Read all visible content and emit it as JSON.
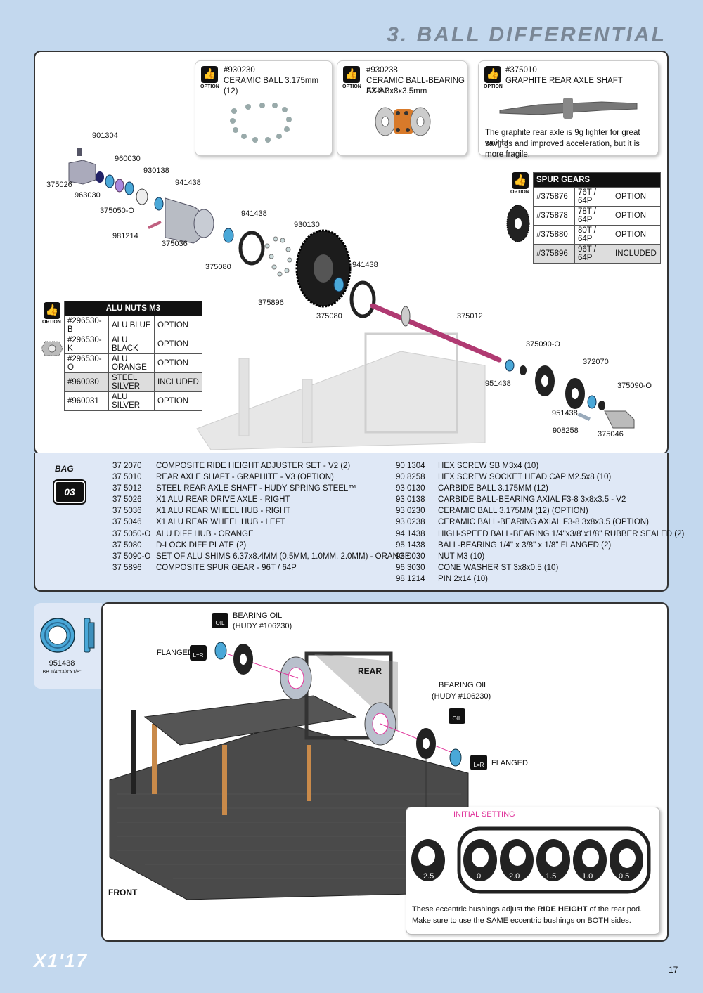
{
  "header": {
    "section_title": "3. BALL DIFFERENTIAL"
  },
  "options_top": [
    {
      "option_label": "OPTION",
      "part_no": "#930230",
      "name": "CERAMIC BALL 3.175mm  (12)"
    },
    {
      "option_label": "OPTION",
      "part_no": "#930238",
      "name": "CERAMIC BALL-BEARING AXIAL",
      "name2": "F3-8 3x8x3.5mm"
    },
    {
      "option_label": "OPTION",
      "part_no": "#375010",
      "name": "GRAPHITE REAR AXLE SHAFT",
      "note1": "The graphite rear axle is 9g lighter for great weight",
      "note2": "savings and improved acceleration, but it is more fragile."
    }
  ],
  "spur_gears": {
    "option_label": "OPTION",
    "title": "SPUR GEARS",
    "rows": [
      {
        "no": "#375876",
        "size": "76T / 64P",
        "status": "OPTION"
      },
      {
        "no": "#375878",
        "size": "78T / 64P",
        "status": "OPTION"
      },
      {
        "no": "#375880",
        "size": "80T / 64P",
        "status": "OPTION"
      },
      {
        "no": "#375896",
        "size": "96T / 64P",
        "status": "INCLUDED"
      }
    ]
  },
  "alu_nuts": {
    "option_label": "OPTION",
    "title": "ALU NUTS M3",
    "rows": [
      {
        "no": "#296530-B",
        "name": "ALU BLUE",
        "status": "OPTION"
      },
      {
        "no": "#296530-K",
        "name": "ALU BLACK",
        "status": "OPTION"
      },
      {
        "no": "#296530-O",
        "name": "ALU ORANGE",
        "status": "OPTION"
      },
      {
        "no": "#960030",
        "name": "STEEL SILVER",
        "status": "INCLUDED"
      },
      {
        "no": "#960031",
        "name": "ALU SILVER",
        "status": "OPTION"
      }
    ]
  },
  "callouts": [
    "901304",
    "960030",
    "930138",
    "375026",
    "963030",
    "941438",
    "375050-O",
    "941438",
    "930130",
    "981214",
    "375036",
    "375080",
    "941438",
    "375896",
    "375080",
    "375012",
    "375090-O",
    "372070",
    "951438",
    "375090-O",
    "951438",
    "908258",
    "375046"
  ],
  "bag": {
    "label": "BAG",
    "number": "03"
  },
  "parts_left": [
    {
      "code": "37 2070",
      "desc": "COMPOSITE RIDE HEIGHT ADJUSTER SET - V2 (2)"
    },
    {
      "code": "37 5010",
      "desc": "REAR AXLE SHAFT - GRAPHITE - V3 (OPTION)"
    },
    {
      "code": "37 5012",
      "desc": "STEEL REAR AXLE SHAFT - HUDY SPRING STEEL™"
    },
    {
      "code": "37 5026",
      "desc": "X1 ALU REAR DRIVE AXLE - RIGHT"
    },
    {
      "code": "37 5036",
      "desc": "X1 ALU REAR WHEEL HUB - RIGHT"
    },
    {
      "code": "37 5046",
      "desc": "X1 ALU REAR WHEEL HUB - LEFT"
    },
    {
      "code": "37 5050-O",
      "desc": "ALU DIFF HUB - ORANGE"
    },
    {
      "code": "37 5080",
      "desc": "D-LOCK DIFF PLATE (2)"
    },
    {
      "code": "37 5090-O",
      "desc": "SET OF ALU SHIMS 6.37x8.4MM (0.5MM, 1.0MM, 2.0MM) - ORANGE"
    },
    {
      "code": "37 5896",
      "desc": "COMPOSITE SPUR GEAR - 96T / 64P"
    }
  ],
  "parts_right": [
    {
      "code": "90 1304",
      "desc": "HEX SCREW SB M3x4  (10)"
    },
    {
      "code": "90 8258",
      "desc": "HEX SCREW SOCKET HEAD CAP M2.5x8  (10)"
    },
    {
      "code": "93 0130",
      "desc": "CARBIDE BALL 3.175MM  (12)"
    },
    {
      "code": "93 0138",
      "desc": "CARBIDE BALL-BEARING AXIAL F3-8 3x8x3.5 - V2"
    },
    {
      "code": "93 0230",
      "desc": "CERAMIC BALL 3.175MM  (12)  (OPTION)"
    },
    {
      "code": "93 0238",
      "desc": "CERAMIC BALL-BEARING AXIAL F3-8 3x8x3.5 (OPTION)"
    },
    {
      "code": "94 1438",
      "desc": "HIGH-SPEED BALL-BEARING 1/4\"x3/8\"x1/8\"  RUBBER SEALED (2)"
    },
    {
      "code": "95 1438",
      "desc": "BALL-BEARING 1/4\" x 3/8\" x 1/8\"  FLANGED  (2)"
    },
    {
      "code": "96 0030",
      "desc": "NUT M3  (10)"
    },
    {
      "code": "96 3030",
      "desc": "CONE WASHER ST 3x8x0.5  (10)"
    },
    {
      "code": "98 1214",
      "desc": "PIN 2x14  (10)"
    }
  ],
  "bearing_card": {
    "part_no": "951438",
    "spec": "BB 1/4\"x3/8\"x1/8\""
  },
  "bottom": {
    "bearing_oil_1": "BEARING OIL",
    "hudy_1": "(HUDY #106230)",
    "bearing_oil_2": "BEARING OIL",
    "hudy_2": "(HUDY #106230)",
    "flanged_1": "FLANGED",
    "flanged_2": "FLANGED",
    "oil_icon": "OIL",
    "lr_icon": "L=R",
    "rear": "REAR",
    "front": "FRONT",
    "initial_setting": "INITIAL SETTING",
    "bushing_values": [
      "2.5",
      "0",
      "2.0",
      "1.5",
      "1.0",
      "0.5"
    ],
    "note_line1_pre": "These eccentric bushings adjust the ",
    "note_line1_bold": "RIDE HEIGHT",
    "note_line1_post": " of the rear pod.",
    "note_line2": "Make sure to use the SAME eccentric bushings on BOTH sides."
  },
  "footer": {
    "logo": "X1'17",
    "page_number": "17"
  },
  "colors": {
    "background": "#c3d8ee",
    "panel_tint": "#dfe8f6",
    "highlight_pink": "#e0339a",
    "bearing_blue": "#4aa8d8",
    "axle_pink": "#c0447a"
  }
}
